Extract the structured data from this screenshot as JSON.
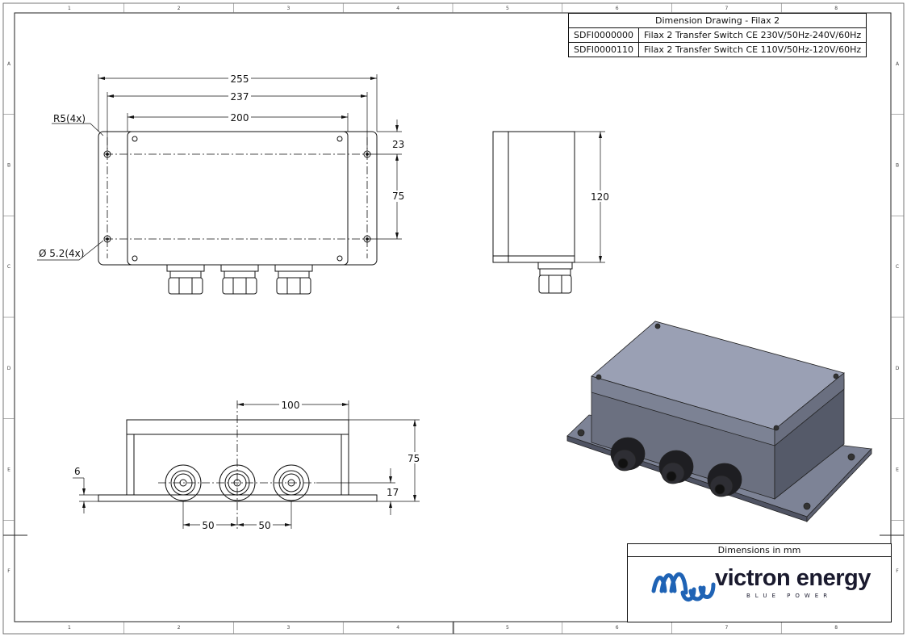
{
  "title_block": {
    "title": "Dimension Drawing - Filax 2",
    "rows": [
      {
        "code": "SDFI0000000",
        "description": "Filax 2 Transfer Switch CE 230V/50Hz-240V/60Hz"
      },
      {
        "code": "SDFI0000110",
        "description": "Filax 2 Transfer Switch CE 110V/50Hz-120V/60Hz"
      }
    ]
  },
  "zones": {
    "columns": [
      "1",
      "2",
      "3",
      "4",
      "5",
      "6",
      "7",
      "8"
    ],
    "rows": [
      "A",
      "B",
      "C",
      "D",
      "E",
      "F"
    ]
  },
  "top_view": {
    "dim_width_overall": "255",
    "dim_hole_spacing": "237",
    "dim_lid_width": "200",
    "dim_top_offset": "23",
    "dim_hole_vertical": "75",
    "note_radius": "R5(4x)",
    "note_hole": "Ø 5.2(4x)"
  },
  "side_view": {
    "dim_height": "120"
  },
  "front_view": {
    "dim_center_spacing": "100",
    "dim_height": "75",
    "dim_flange": "6",
    "dim_gland_height": "17",
    "dim_gland_pitch_left": "50",
    "dim_gland_pitch_right": "50"
  },
  "note_block": {
    "units": "Dimensions in mm",
    "brand_name": "victron energy",
    "brand_tagline": "BLUE POWER"
  },
  "colors": {
    "brand_blue": "#1f63b5",
    "brand_dark": "#1a1a2e",
    "enclosure_gray": "#8f95a6"
  }
}
